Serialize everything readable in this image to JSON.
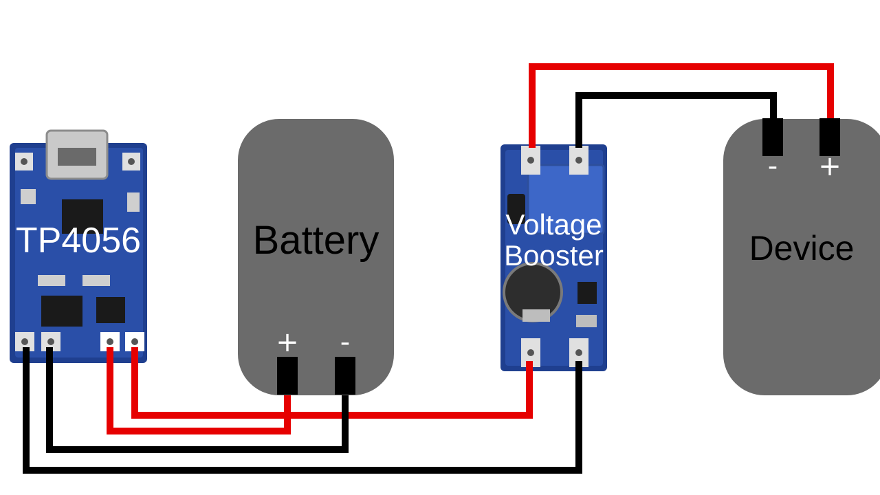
{
  "labels": {
    "charger": "TP4056",
    "battery": "Battery",
    "booster_line1": "Voltage",
    "booster_line2": "Booster",
    "device": "Device"
  },
  "battery_terminals": {
    "positive": "+",
    "negative": "-"
  },
  "device_terminals": {
    "negative": "-",
    "positive": "+"
  },
  "colors": {
    "positive_wire": "#e60000",
    "negative_wire": "#000000",
    "box_fill": "#6b6b6b",
    "board_blue": "#1f3f8f"
  },
  "icons": [
    "usb-port-icon",
    "potentiometer-icon",
    "inductor-icon"
  ]
}
